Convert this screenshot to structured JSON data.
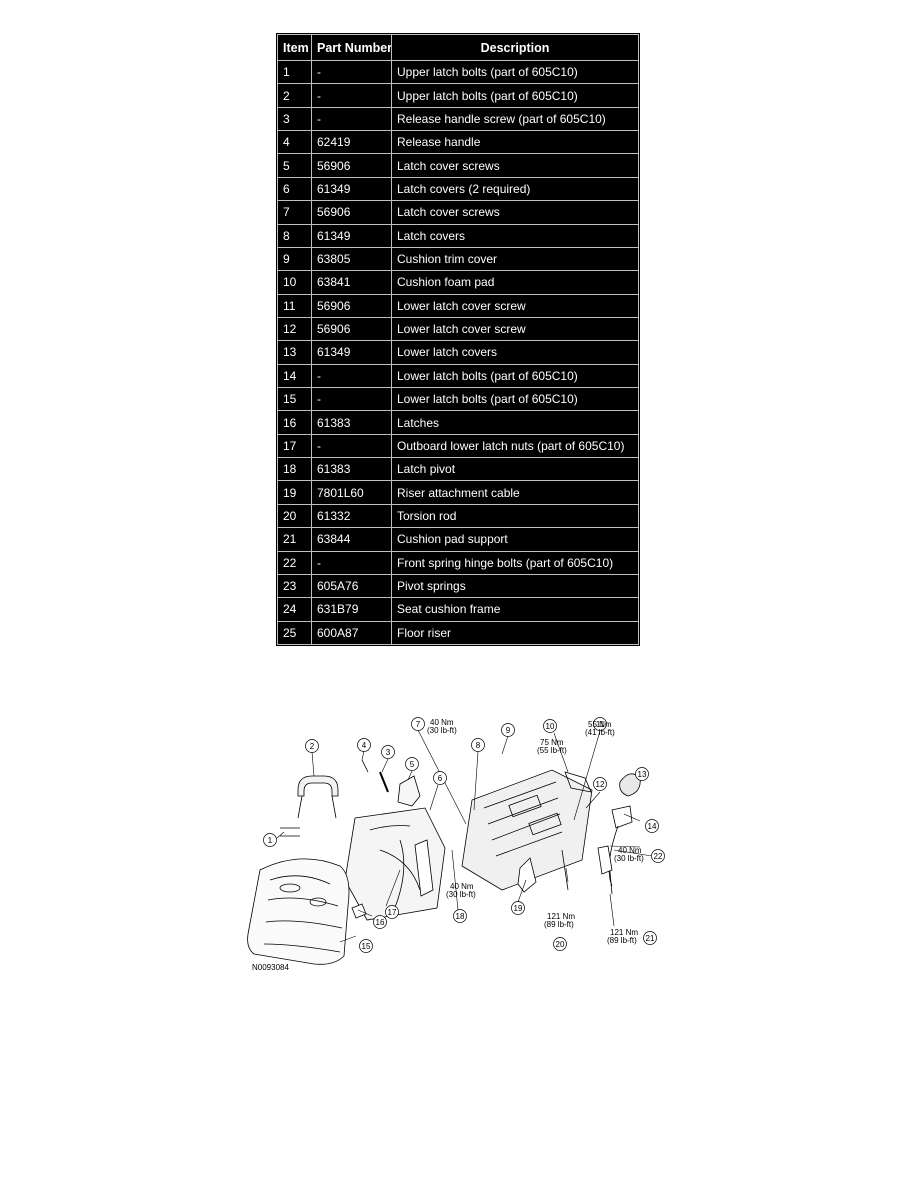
{
  "table": {
    "headers": [
      "Item",
      "Part Number",
      "Description"
    ],
    "rows": [
      [
        "1",
        "-",
        "Upper latch bolts (part of 605C10)"
      ],
      [
        "2",
        "-",
        "Upper latch bolts (part of 605C10)"
      ],
      [
        "3",
        "-",
        "Release handle screw (part of 605C10)"
      ],
      [
        "4",
        "62419",
        "Release handle"
      ],
      [
        "5",
        "56906",
        "Latch cover screws"
      ],
      [
        "6",
        "61349",
        "Latch covers (2 required)"
      ],
      [
        "7",
        "56906",
        "Latch cover screws"
      ],
      [
        "8",
        "61349",
        "Latch covers"
      ],
      [
        "9",
        "63805",
        "Cushion trim cover"
      ],
      [
        "10",
        "63841",
        "Cushion foam pad"
      ],
      [
        "11",
        "56906",
        "Lower latch cover screw"
      ],
      [
        "12",
        "56906",
        "Lower latch cover screw"
      ],
      [
        "13",
        "61349",
        "Lower latch covers"
      ],
      [
        "14",
        "-",
        "Lower latch bolts (part of 605C10)"
      ],
      [
        "15",
        "-",
        "Lower latch bolts (part of 605C10)"
      ],
      [
        "16",
        "61383",
        "Latches"
      ],
      [
        "17",
        "-",
        "Outboard lower latch nuts (part of 605C10)"
      ],
      [
        "18",
        "61383",
        "Latch pivot"
      ],
      [
        "19",
        "7801L60",
        "Riser attachment cable"
      ],
      [
        "20",
        "61332",
        "Torsion rod"
      ],
      [
        "21",
        "63844",
        "Cushion pad support"
      ],
      [
        "22",
        "-",
        "Front spring hinge bolts (part of 605C10)"
      ],
      [
        "23",
        "605A76",
        "Pivot springs"
      ],
      [
        "24",
        "631B79",
        "Seat cushion frame"
      ],
      [
        "25",
        "600A87",
        "Floor riser"
      ]
    ]
  },
  "diagram": {
    "figure_id": "N0093084",
    "torques": {
      "t7": [
        "40 Nm",
        "(30 lb-ft)"
      ],
      "t10": [
        "75 Nm",
        "(55 lb-ft)"
      ],
      "t11": [
        "55 Nm",
        "(41 lb-ft)"
      ],
      "t18": [
        "40 Nm",
        "(30 lb-ft)"
      ],
      "t22": [
        "40 Nm",
        "(30 lb-ft)"
      ],
      "t20": [
        "121 Nm",
        "(89 lb-ft)"
      ],
      "t21": [
        "121 Nm",
        "(89 lb-ft)"
      ]
    },
    "callouts": [
      "1",
      "2",
      "3",
      "4",
      "5",
      "6",
      "7",
      "8",
      "9",
      "10",
      "11",
      "12",
      "13",
      "14",
      "15",
      "16",
      "17",
      "18",
      "19",
      "20",
      "21",
      "22"
    ]
  }
}
